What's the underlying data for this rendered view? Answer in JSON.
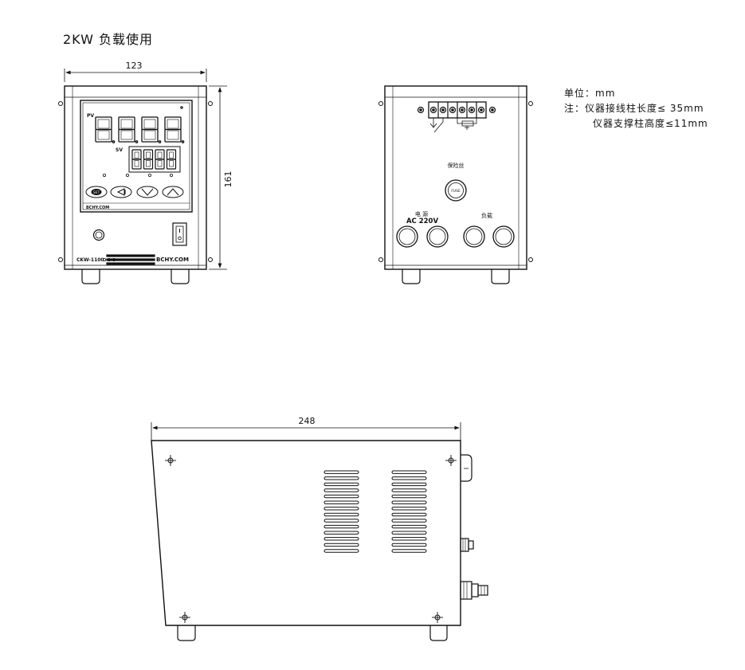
{
  "title": "2KW 负载使用",
  "notes": {
    "unit": "单位：mm",
    "note1": "注：仪器接线柱长度≤ 35mm",
    "note2": "仪器支撑柱高度≤11mm"
  },
  "front": {
    "width_dim": "123",
    "height_dim": "161",
    "pv_label": "PV",
    "sv_label": "SV",
    "pv_digits": "8.8.8.8.",
    "sv_digits": "8888",
    "brand_panel": "BCHY.COM",
    "model": "CKW-1100",
    "brand_bottom": "BCHY.COM",
    "set_key": "SET"
  },
  "rear": {
    "fuse_label": "保险丝",
    "fuse_cap": "FUSE",
    "power_label": "电 源",
    "power_spec": "AC 220V",
    "load_label": "负载"
  },
  "side": {
    "length_dim": "248"
  },
  "colors": {
    "line": "#111111",
    "paper": "#ffffff"
  }
}
